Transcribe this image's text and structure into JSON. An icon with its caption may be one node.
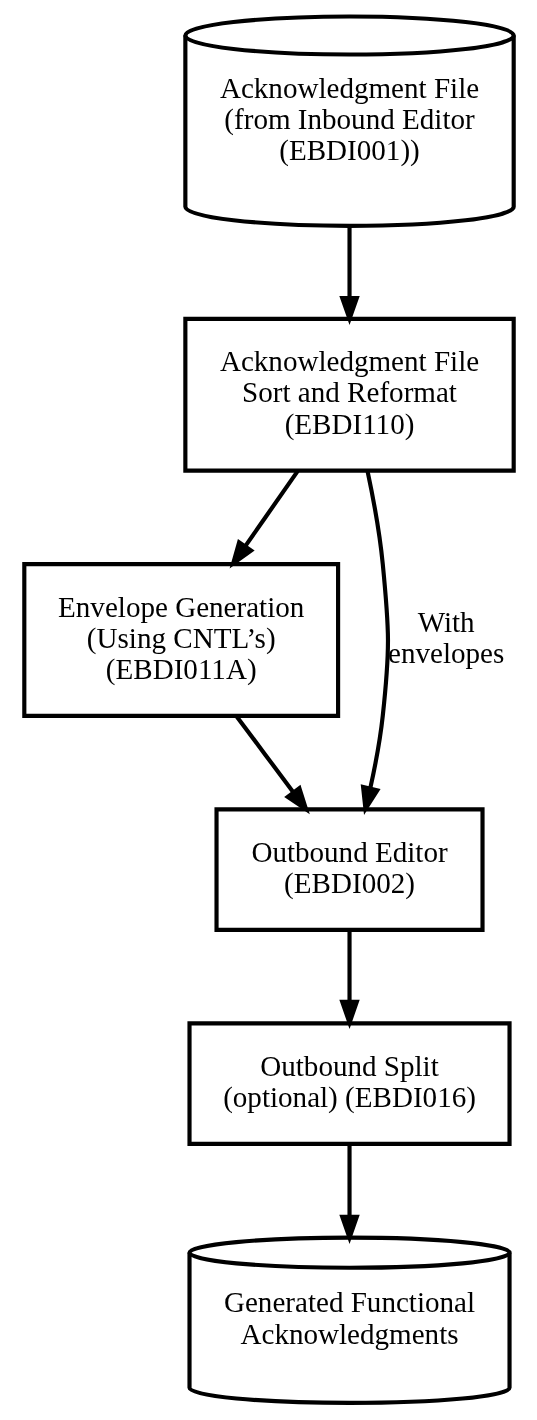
{
  "diagram": {
    "nodes": [
      {
        "text": [
          "Acknowledgment File (from Inbound Editor (EBDI001))"
        ]
      },
      {
        "text": [
          "Acknowledgment File Sort and Reformat (EBDI110)"
        ]
      },
      {
        "text": [
          "Envelope Generation (Using CNTL’s) (EBDI011A)"
        ]
      },
      {
        "text": [
          "Outbound Editor (EBDI002)"
        ]
      },
      {
        "text": [
          "Outbound Split (optional) (EBDI016)"
        ]
      },
      {
        "text": [
          "Generated Functional Acknowledgments"
        ]
      }
    ],
    "edges": [
      {
        "from": 0,
        "to": 1,
        "arrow": "to"
      },
      {
        "from": 1,
        "to": 2,
        "arrow": "to"
      },
      {
        "from": 1,
        "to": 3,
        "arrow": "to",
        "label": "With envelopes"
      },
      {
        "from": 2,
        "to": 3,
        "arrow": "to"
      },
      {
        "from": 3,
        "to": 4,
        "arrow": "to"
      },
      {
        "from": 4,
        "to": 5,
        "arrow": "to"
      }
    ]
  }
}
